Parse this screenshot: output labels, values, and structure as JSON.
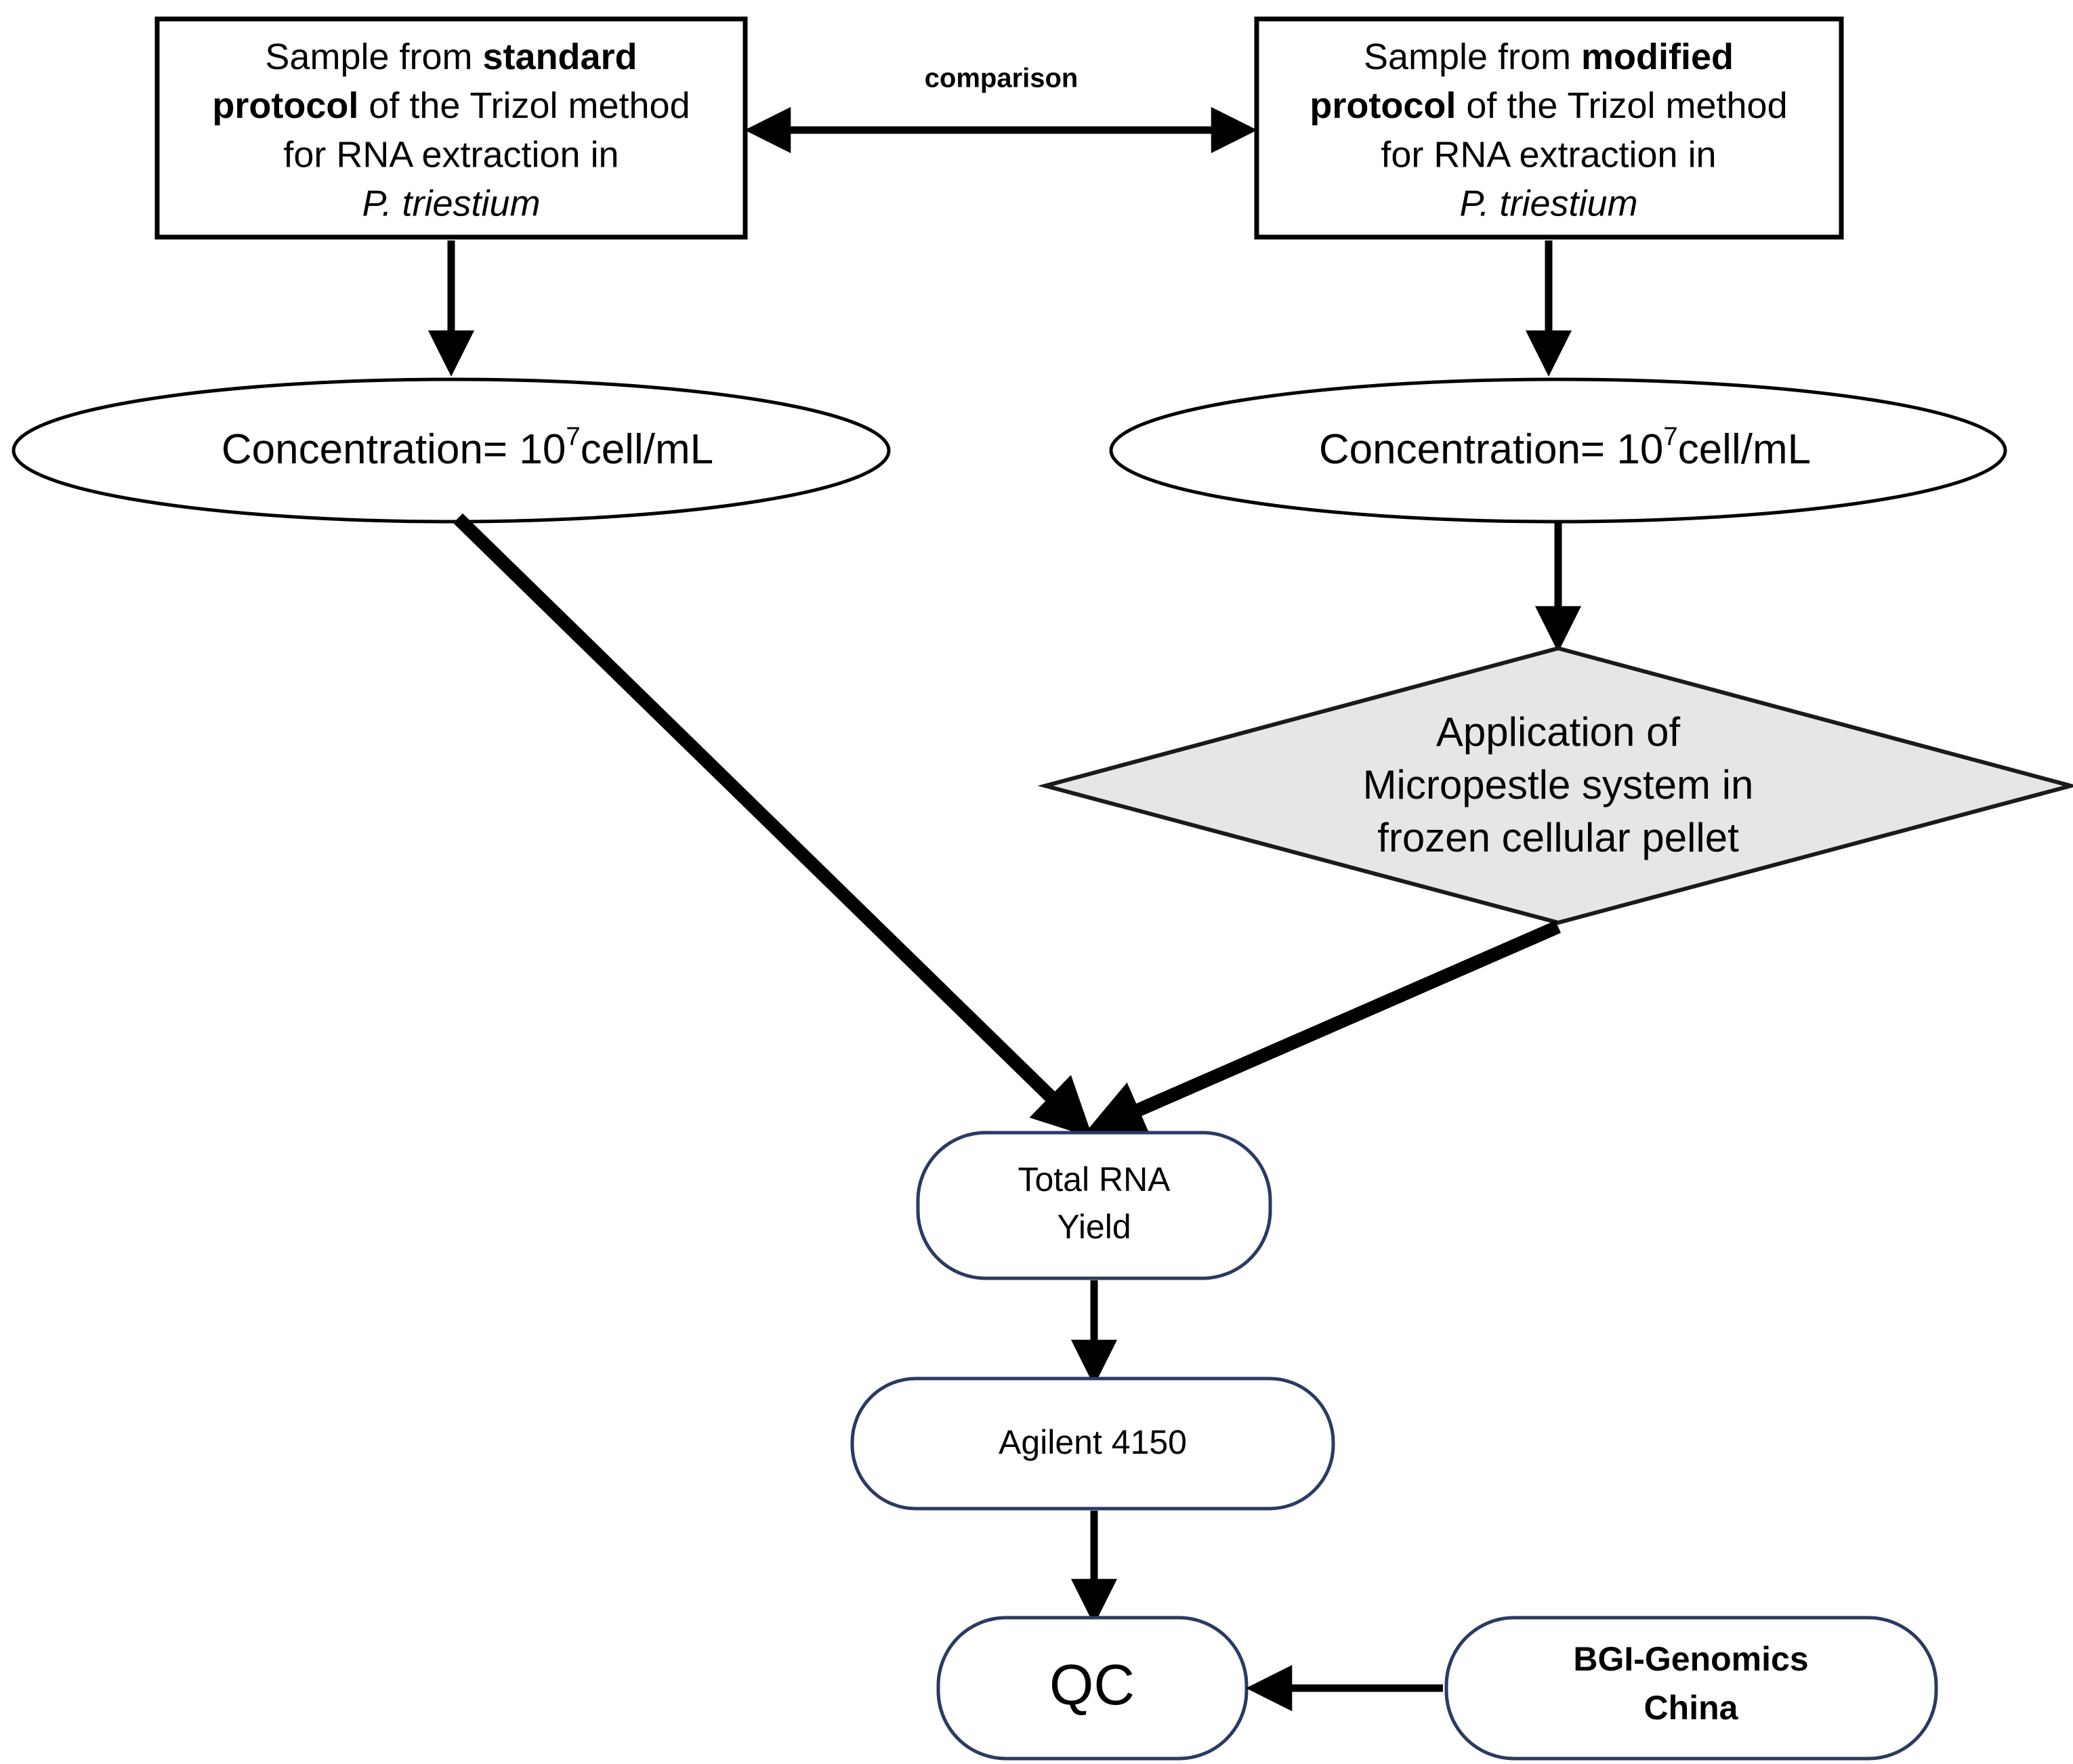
{
  "diagram": {
    "title": "RNA extraction protocol comparison flowchart",
    "background_color": "#ffffff",
    "accent_colors": {
      "diamond_fill": "#e6e6e6",
      "rounded_border": "#2a3a62",
      "line": "#000000"
    }
  },
  "nodes": {
    "standard_box": {
      "shape": "rectangle",
      "line1_a": "Sample from ",
      "line1_b": "standard",
      "line2_a": "protocol",
      "line2_b": " of the Trizol  method",
      "line3": "for RNA extraction  in",
      "line4": "P. triestium"
    },
    "modified_box": {
      "shape": "rectangle",
      "line1_a": "Sample from ",
      "line1_b": "modified",
      "line2_a": "protocol",
      "line2_b": " of the Trizol  method",
      "line3": "for RNA extraction  in",
      "line4": "P. triestium"
    },
    "concentration_left": {
      "shape": "ellipse",
      "text_main": "Concentration= 10",
      "text_sup": "7",
      "text_tail": "cell/mL"
    },
    "concentration_right": {
      "shape": "ellipse",
      "text_main": "Concentration= 10",
      "text_sup": "7",
      "text_tail": "cell/mL"
    },
    "micropestle_diamond": {
      "shape": "diamond",
      "line1": "Application of",
      "line2": "Micropestle system in",
      "line3": "frozen cellular pellet"
    },
    "total_rna_yield": {
      "shape": "rounded-rectangle",
      "line1": "Total RNA",
      "line2": "Yield"
    },
    "agilent": {
      "shape": "rounded-rectangle",
      "line1": "Agilent 4150"
    },
    "qc": {
      "shape": "rounded-rectangle",
      "line1": "QC"
    },
    "bgi": {
      "shape": "rounded-rectangle",
      "line1": "BGI-Genomics",
      "line2": "China"
    }
  },
  "connectors": {
    "comparison_label": "comparison",
    "comparison_type": "double-headed-arrow",
    "standard_to_conc": "arrow-down",
    "modified_to_conc": "arrow-down",
    "conc_right_to_diamond": "arrow-down",
    "conc_left_to_yield": "arrow-diagonal",
    "diamond_to_yield": "arrow-diagonal",
    "yield_to_agilent": "arrow-down",
    "agilent_to_qc": "arrow-down",
    "bgi_to_qc": "arrow-left"
  }
}
